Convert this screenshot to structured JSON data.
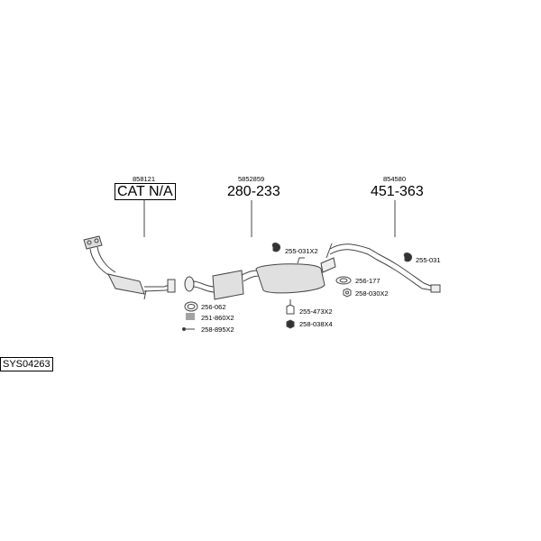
{
  "diagram_id": "SYS04263",
  "sections": [
    {
      "ref": "858121",
      "label": "CAT N/A"
    },
    {
      "ref": "5852859",
      "label": "280-233"
    },
    {
      "ref": "854580",
      "label": "451-363"
    }
  ],
  "parts": {
    "p256_062": "256-062",
    "p251_860": "251-860X2",
    "p258_895": "258-895X2",
    "p255_031x2": "255-031X2",
    "p255_473": "255-473X2",
    "p258_038": "258-038X4",
    "p256_177": "256-177",
    "p258_030": "258-030X2",
    "p255_031": "255-031"
  }
}
